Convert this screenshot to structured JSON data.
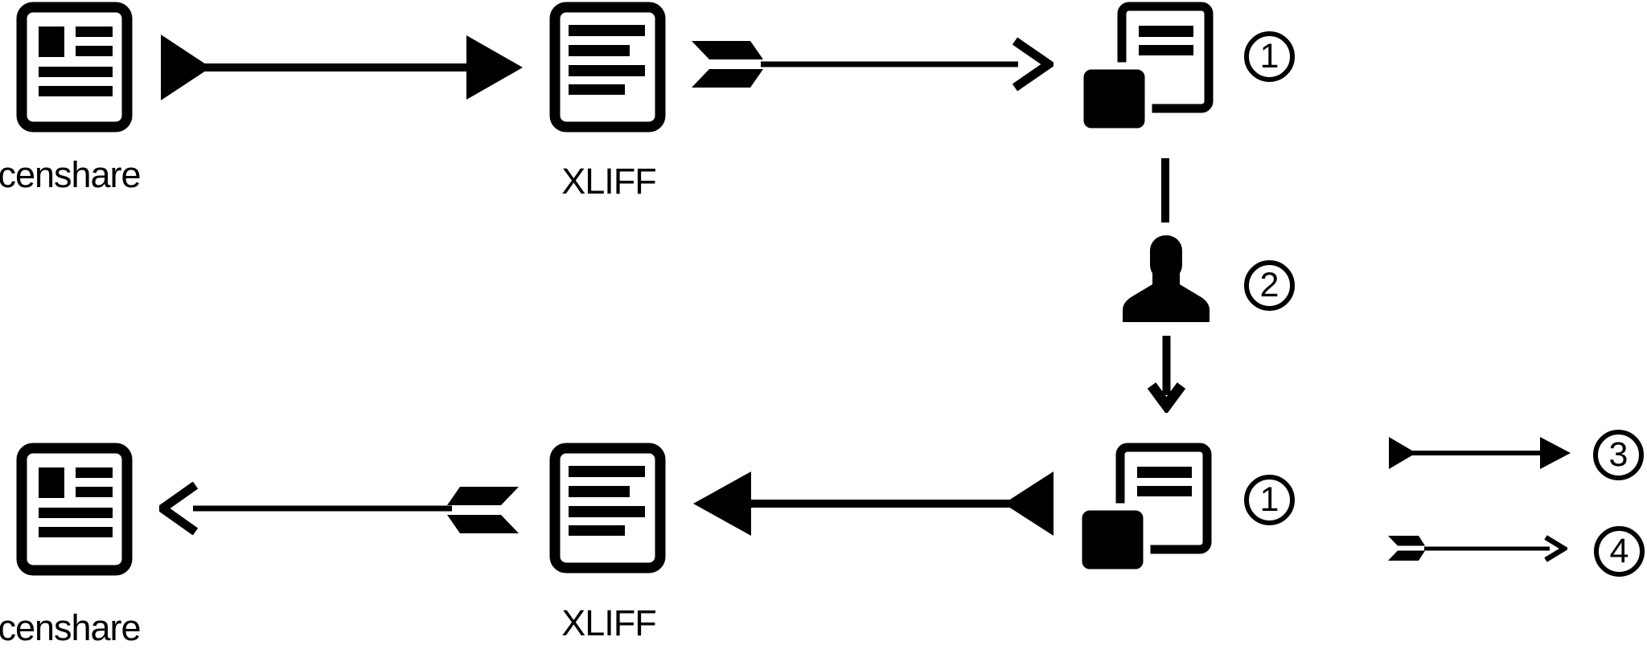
{
  "diagram": {
    "colors": {
      "foreground": "#000000",
      "background": "#ffffff"
    },
    "top_flow": {
      "source": {
        "label": "censhare",
        "icon": "news-document-icon"
      },
      "intermediate": {
        "label": "XLIFF",
        "icon": "text-document-icon"
      },
      "result": {
        "icon": "copy-document-icon",
        "badge": "1"
      },
      "arrow_1": {
        "type": "solid-triangle-arrow",
        "direction": "right"
      },
      "arrow_2": {
        "type": "fletched-arrow",
        "direction": "right"
      }
    },
    "middle_flow": {
      "translator": {
        "icon": "person-icon",
        "badge": "2"
      },
      "arrow_down": {
        "type": "plain-arrow",
        "direction": "down"
      }
    },
    "bottom_flow": {
      "source": {
        "icon": "copy-document-icon",
        "badge": "1"
      },
      "intermediate": {
        "label": "XLIFF",
        "icon": "text-document-icon"
      },
      "target": {
        "label": "censhare",
        "icon": "news-document-icon"
      },
      "arrow_1": {
        "type": "solid-triangle-arrow",
        "direction": "left"
      },
      "arrow_2": {
        "type": "fletched-arrow",
        "direction": "left"
      }
    },
    "legend": {
      "solid_arrow": {
        "type": "solid-triangle-arrow",
        "badge": "3"
      },
      "fletched_arrow": {
        "type": "fletched-arrow",
        "badge": "4"
      }
    }
  }
}
